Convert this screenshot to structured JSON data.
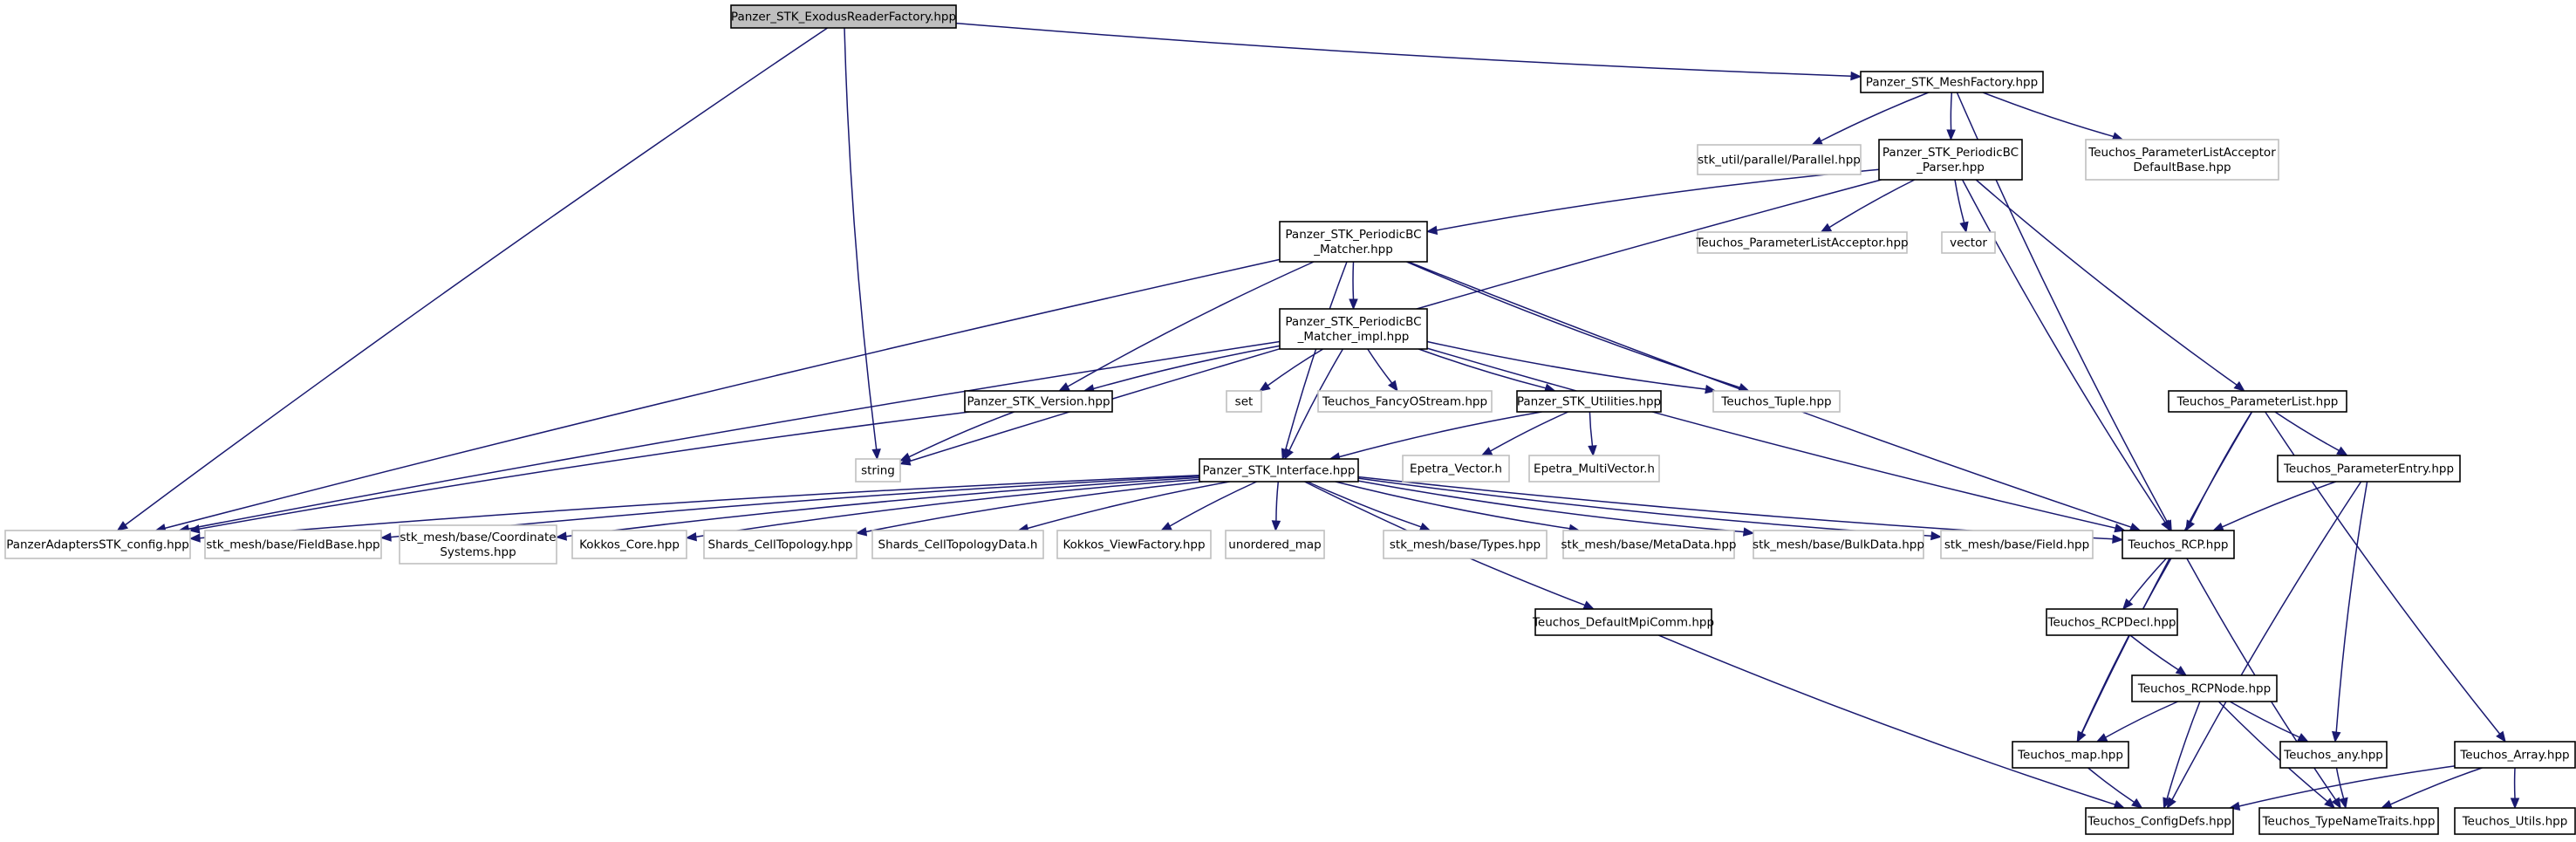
{
  "nodes": [
    {
      "id": "exodus",
      "lines": [
        "Panzer_STK_ExodusReaderFactory.hpp"
      ],
      "kind": "root"
    },
    {
      "id": "meshfactory",
      "lines": [
        "Panzer_STK_MeshFactory.hpp"
      ],
      "kind": "local"
    },
    {
      "id": "parallel",
      "lines": [
        "stk_util/parallel/Parallel.hpp"
      ],
      "kind": "external"
    },
    {
      "id": "bcparser",
      "lines": [
        "Panzer_STK_PeriodicBC",
        "_Parser.hpp"
      ],
      "kind": "local"
    },
    {
      "id": "placcdef",
      "lines": [
        "Teuchos_ParameterListAcceptor",
        "DefaultBase.hpp"
      ],
      "kind": "external"
    },
    {
      "id": "bcmatcher",
      "lines": [
        "Panzer_STK_PeriodicBC",
        "_Matcher.hpp"
      ],
      "kind": "local"
    },
    {
      "id": "placc",
      "lines": [
        "Teuchos_ParameterListAcceptor.hpp"
      ],
      "kind": "external"
    },
    {
      "id": "vector",
      "lines": [
        "vector"
      ],
      "kind": "external"
    },
    {
      "id": "bcimpl",
      "lines": [
        "Panzer_STK_PeriodicBC",
        "_Matcher_impl.hpp"
      ],
      "kind": "local"
    },
    {
      "id": "version",
      "lines": [
        "Panzer_STK_Version.hpp"
      ],
      "kind": "local"
    },
    {
      "id": "set",
      "lines": [
        "set"
      ],
      "kind": "external"
    },
    {
      "id": "fancy",
      "lines": [
        "Teuchos_FancyOStream.hpp"
      ],
      "kind": "external"
    },
    {
      "id": "utilities",
      "lines": [
        "Panzer_STK_Utilities.hpp"
      ],
      "kind": "local"
    },
    {
      "id": "tuple",
      "lines": [
        "Teuchos_Tuple.hpp"
      ],
      "kind": "external"
    },
    {
      "id": "paramlist",
      "lines": [
        "Teuchos_ParameterList.hpp"
      ],
      "kind": "local"
    },
    {
      "id": "string",
      "lines": [
        "string"
      ],
      "kind": "external"
    },
    {
      "id": "interface",
      "lines": [
        "Panzer_STK_Interface.hpp"
      ],
      "kind": "local"
    },
    {
      "id": "epvector",
      "lines": [
        "Epetra_Vector.h"
      ],
      "kind": "external"
    },
    {
      "id": "epmulti",
      "lines": [
        "Epetra_MultiVector.h"
      ],
      "kind": "external"
    },
    {
      "id": "paramentry",
      "lines": [
        "Teuchos_ParameterEntry.hpp"
      ],
      "kind": "local"
    },
    {
      "id": "config",
      "lines": [
        "PanzerAdaptersSTK_config.hpp"
      ],
      "kind": "external"
    },
    {
      "id": "fieldbase",
      "lines": [
        "stk_mesh/base/FieldBase.hpp"
      ],
      "kind": "external"
    },
    {
      "id": "coordsys",
      "lines": [
        "stk_mesh/base/Coordinate",
        "Systems.hpp"
      ],
      "kind": "external"
    },
    {
      "id": "kokkoscore",
      "lines": [
        "Kokkos_Core.hpp"
      ],
      "kind": "external"
    },
    {
      "id": "shardstopo",
      "lines": [
        "Shards_CellTopology.hpp"
      ],
      "kind": "external"
    },
    {
      "id": "shardsdata",
      "lines": [
        "Shards_CellTopologyData.h"
      ],
      "kind": "external"
    },
    {
      "id": "kokkosview",
      "lines": [
        "Kokkos_ViewFactory.hpp"
      ],
      "kind": "external"
    },
    {
      "id": "umap",
      "lines": [
        "unordered_map"
      ],
      "kind": "external"
    },
    {
      "id": "types",
      "lines": [
        "stk_mesh/base/Types.hpp"
      ],
      "kind": "external"
    },
    {
      "id": "metadata",
      "lines": [
        "stk_mesh/base/MetaData.hpp"
      ],
      "kind": "external"
    },
    {
      "id": "bulkdata",
      "lines": [
        "stk_mesh/base/BulkData.hpp"
      ],
      "kind": "external"
    },
    {
      "id": "field",
      "lines": [
        "stk_mesh/base/Field.hpp"
      ],
      "kind": "external"
    },
    {
      "id": "rcp",
      "lines": [
        "Teuchos_RCP.hpp"
      ],
      "kind": "local"
    },
    {
      "id": "mpicomm",
      "lines": [
        "Teuchos_DefaultMpiComm.hpp"
      ],
      "kind": "local"
    },
    {
      "id": "rcpdecl",
      "lines": [
        "Teuchos_RCPDecl.hpp"
      ],
      "kind": "local"
    },
    {
      "id": "rcpnode",
      "lines": [
        "Teuchos_RCPNode.hpp"
      ],
      "kind": "local"
    },
    {
      "id": "map",
      "lines": [
        "Teuchos_map.hpp"
      ],
      "kind": "local"
    },
    {
      "id": "any",
      "lines": [
        "Teuchos_any.hpp"
      ],
      "kind": "local"
    },
    {
      "id": "array",
      "lines": [
        "Teuchos_Array.hpp"
      ],
      "kind": "local"
    },
    {
      "id": "configdefs",
      "lines": [
        "Teuchos_ConfigDefs.hpp"
      ],
      "kind": "local"
    },
    {
      "id": "typenametraits",
      "lines": [
        "Teuchos_TypeNameTraits.hpp"
      ],
      "kind": "local"
    },
    {
      "id": "utils",
      "lines": [
        "Teuchos_Utils.hpp"
      ],
      "kind": "local"
    }
  ],
  "edges": [
    [
      "exodus",
      "meshfactory"
    ],
    [
      "exodus",
      "string"
    ],
    [
      "exodus",
      "config"
    ],
    [
      "meshfactory",
      "parallel"
    ],
    [
      "meshfactory",
      "bcparser"
    ],
    [
      "meshfactory",
      "placcdef"
    ],
    [
      "meshfactory",
      "rcp"
    ],
    [
      "bcparser",
      "bcmatcher"
    ],
    [
      "bcparser",
      "placc"
    ],
    [
      "bcparser",
      "vector"
    ],
    [
      "bcparser",
      "string"
    ],
    [
      "bcparser",
      "paramlist"
    ],
    [
      "bcparser",
      "rcp"
    ],
    [
      "bcmatcher",
      "bcimpl"
    ],
    [
      "bcmatcher",
      "version"
    ],
    [
      "bcmatcher",
      "interface"
    ],
    [
      "bcmatcher",
      "tuple"
    ],
    [
      "bcmatcher",
      "config"
    ],
    [
      "bcmatcher",
      "rcp"
    ],
    [
      "bcimpl",
      "version"
    ],
    [
      "bcimpl",
      "set"
    ],
    [
      "bcimpl",
      "fancy"
    ],
    [
      "bcimpl",
      "utilities"
    ],
    [
      "bcimpl",
      "tuple"
    ],
    [
      "bcimpl",
      "interface"
    ],
    [
      "bcimpl",
      "config"
    ],
    [
      "bcimpl",
      "rcp"
    ],
    [
      "version",
      "string"
    ],
    [
      "version",
      "config"
    ],
    [
      "utilities",
      "interface"
    ],
    [
      "utilities",
      "epvector"
    ],
    [
      "utilities",
      "epmulti"
    ],
    [
      "interface",
      "config"
    ],
    [
      "interface",
      "fieldbase"
    ],
    [
      "interface",
      "coordsys"
    ],
    [
      "interface",
      "kokkoscore"
    ],
    [
      "interface",
      "shardstopo"
    ],
    [
      "interface",
      "shardsdata"
    ],
    [
      "interface",
      "kokkosview"
    ],
    [
      "interface",
      "umap"
    ],
    [
      "interface",
      "types"
    ],
    [
      "interface",
      "metadata"
    ],
    [
      "interface",
      "bulkdata"
    ],
    [
      "interface",
      "field"
    ],
    [
      "interface",
      "rcp"
    ],
    [
      "interface",
      "mpicomm"
    ],
    [
      "paramlist",
      "rcp"
    ],
    [
      "paramlist",
      "paramentry"
    ],
    [
      "paramlist",
      "map"
    ],
    [
      "paramlist",
      "array"
    ],
    [
      "paramentry",
      "rcp"
    ],
    [
      "paramentry",
      "any"
    ],
    [
      "paramentry",
      "configdefs"
    ],
    [
      "rcp",
      "rcpdecl"
    ],
    [
      "rcp",
      "map"
    ],
    [
      "rcp",
      "typenametraits"
    ],
    [
      "rcpdecl",
      "rcpnode"
    ],
    [
      "rcpnode",
      "map"
    ],
    [
      "rcpnode",
      "any"
    ],
    [
      "rcpnode",
      "configdefs"
    ],
    [
      "rcpnode",
      "typenametraits"
    ],
    [
      "mpicomm",
      "configdefs"
    ],
    [
      "map",
      "configdefs"
    ],
    [
      "any",
      "typenametraits"
    ],
    [
      "array",
      "configdefs"
    ],
    [
      "array",
      "typenametraits"
    ],
    [
      "array",
      "utils"
    ]
  ]
}
